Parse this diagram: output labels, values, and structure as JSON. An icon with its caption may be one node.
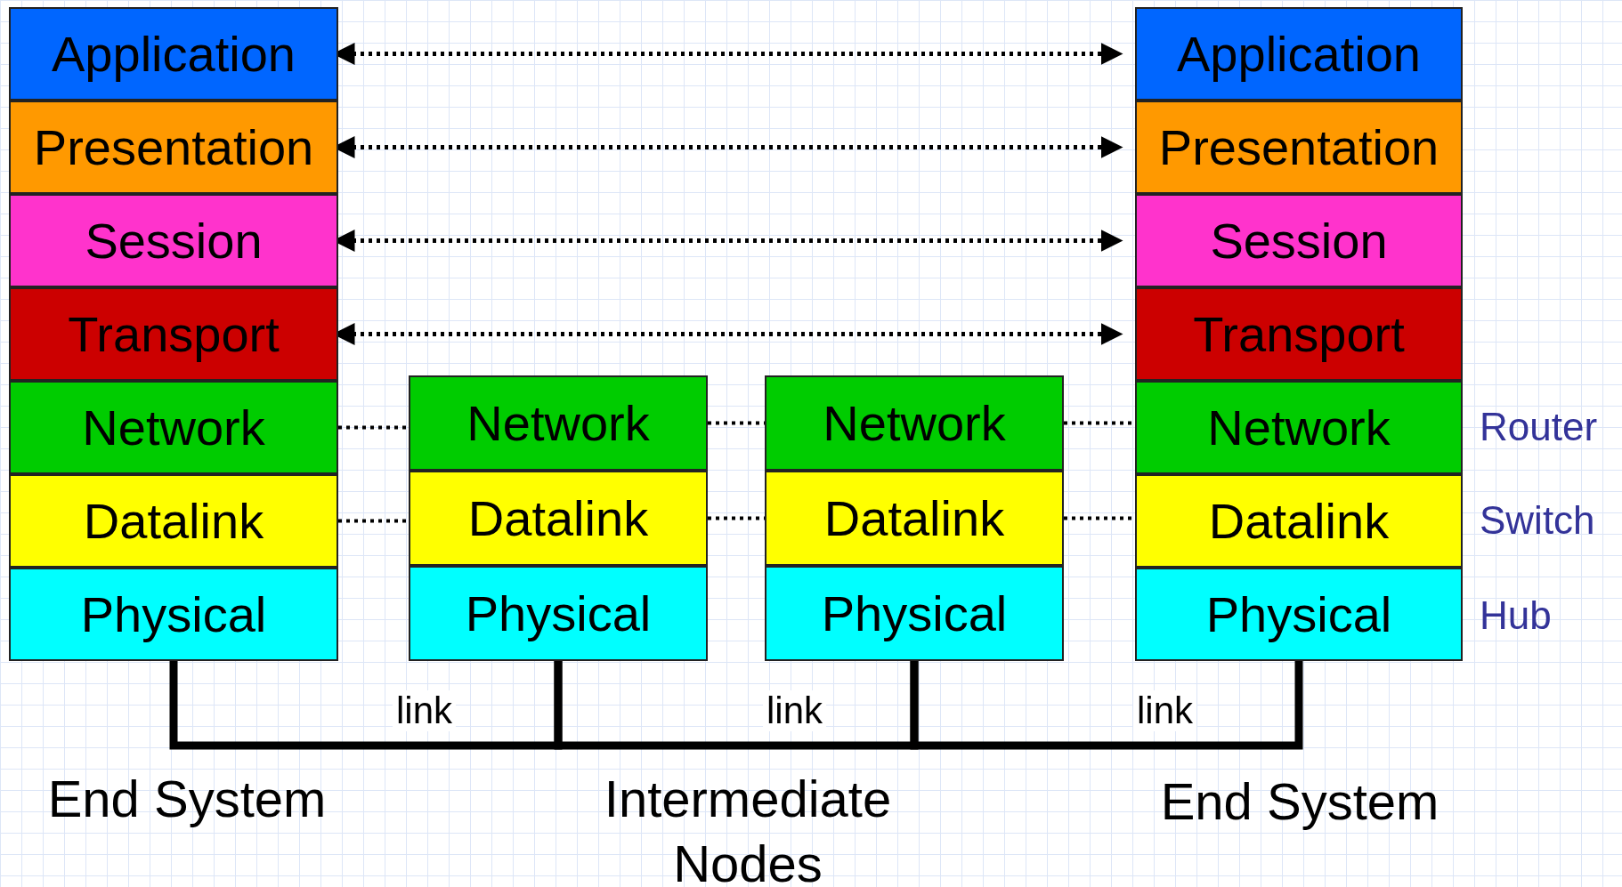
{
  "diagram": {
    "nodes": [
      {
        "text": [
          "Application"
        ]
      },
      {
        "text": [
          "Presentation"
        ]
      },
      {
        "text": [
          "Session"
        ]
      },
      {
        "text": [
          "Transport"
        ]
      },
      {
        "text": [
          "Network"
        ]
      },
      {
        "text": [
          "Datalink"
        ]
      },
      {
        "text": [
          "Physical"
        ]
      },
      {
        "text": [
          "Network"
        ]
      },
      {
        "text": [
          "Datalink"
        ]
      },
      {
        "text": [
          "Physical"
        ]
      },
      {
        "text": [
          "Network"
        ]
      },
      {
        "text": [
          "Datalink"
        ]
      },
      {
        "text": [
          "Physical"
        ]
      },
      {
        "text": [
          "Application"
        ]
      },
      {
        "text": [
          "Presentation"
        ]
      },
      {
        "text": [
          "Session"
        ]
      },
      {
        "text": [
          "Transport"
        ]
      },
      {
        "text": [
          "Network"
        ]
      },
      {
        "text": [
          "Datalink"
        ]
      },
      {
        "text": [
          "Physical"
        ]
      }
    ],
    "edges": [
      {
        "from": 0,
        "to": 13,
        "arrow": "both",
        "style": "dashed"
      },
      {
        "from": 1,
        "to": 14,
        "arrow": "both",
        "style": "dashed"
      },
      {
        "from": 2,
        "to": 15,
        "arrow": "both",
        "style": "dashed"
      },
      {
        "from": 3,
        "to": 16,
        "arrow": "both",
        "style": "dashed"
      },
      {
        "from": 4,
        "to": 7,
        "arrow": "none",
        "style": "dashed"
      },
      {
        "from": 7,
        "to": 10,
        "arrow": "none",
        "style": "dashed"
      },
      {
        "from": 10,
        "to": 17,
        "arrow": "none",
        "style": "dashed"
      },
      {
        "from": 5,
        "to": 8,
        "arrow": "none",
        "style": "dashed"
      },
      {
        "from": 8,
        "to": 11,
        "arrow": "none",
        "style": "dashed"
      },
      {
        "from": 11,
        "to": 18,
        "arrow": "none",
        "style": "dashed"
      },
      {
        "from": 6,
        "to": 9,
        "arrow": "none",
        "label": "link",
        "style": "thick"
      },
      {
        "from": 9,
        "to": 12,
        "arrow": "none",
        "label": "link",
        "style": "thick"
      },
      {
        "from": 12,
        "to": 19,
        "arrow": "none",
        "label": "link",
        "style": "thick"
      }
    ],
    "labels": [
      "Router",
      "Switch",
      "Hub",
      "End System",
      "Intermediate Nodes",
      "End System"
    ]
  }
}
